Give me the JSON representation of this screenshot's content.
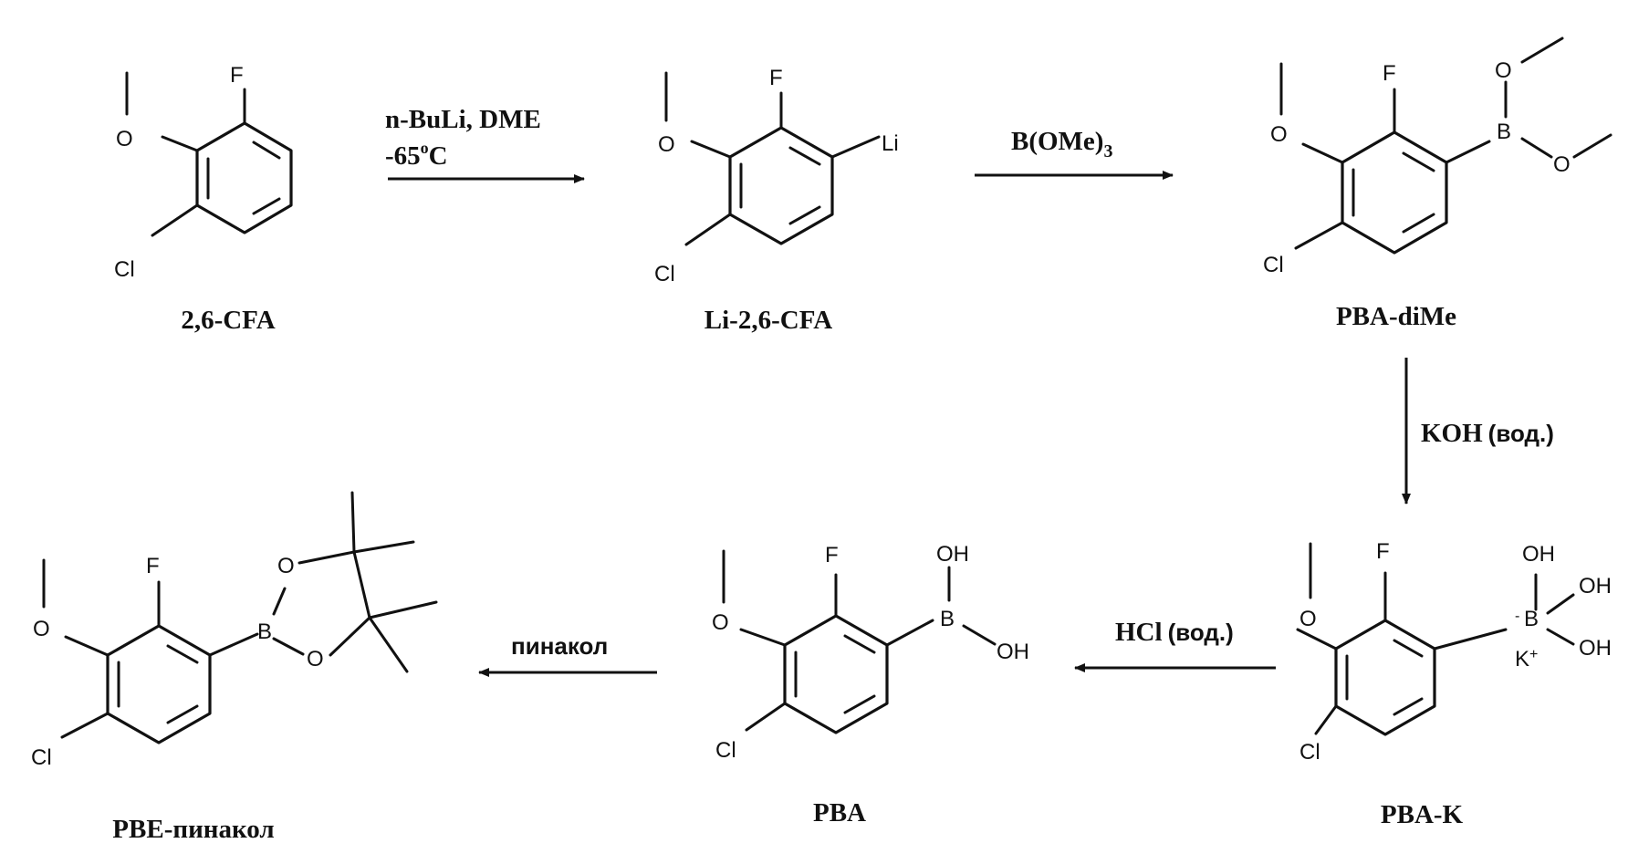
{
  "atoms": {
    "F": "F",
    "O": "O",
    "Cl": "Cl",
    "Li": "Li",
    "B": "B",
    "OH": "OH",
    "K": "K",
    "plus": "+",
    "minus": "-"
  },
  "compounds": {
    "c1": "2,6-CFA",
    "c2": "Li-2,6-CFA",
    "c3": "PBA-diMe",
    "c4": "PBA-K",
    "c5": "PBA",
    "c6": "PBE-пинакол"
  },
  "reagents": {
    "r1_line1": "n-BuLi, DME",
    "r1_temp": "-65",
    "r1_deg": "o",
    "r1_unit": "C",
    "r2": "B(OMe)",
    "r2_sub": "3",
    "r3": "KOH",
    "r3_cond": "(вод.)",
    "r4": "HCl",
    "r4_cond": "(вод.)",
    "r5": "пинакол"
  },
  "colors": {
    "ink": "#111111",
    "background": "#ffffff"
  }
}
